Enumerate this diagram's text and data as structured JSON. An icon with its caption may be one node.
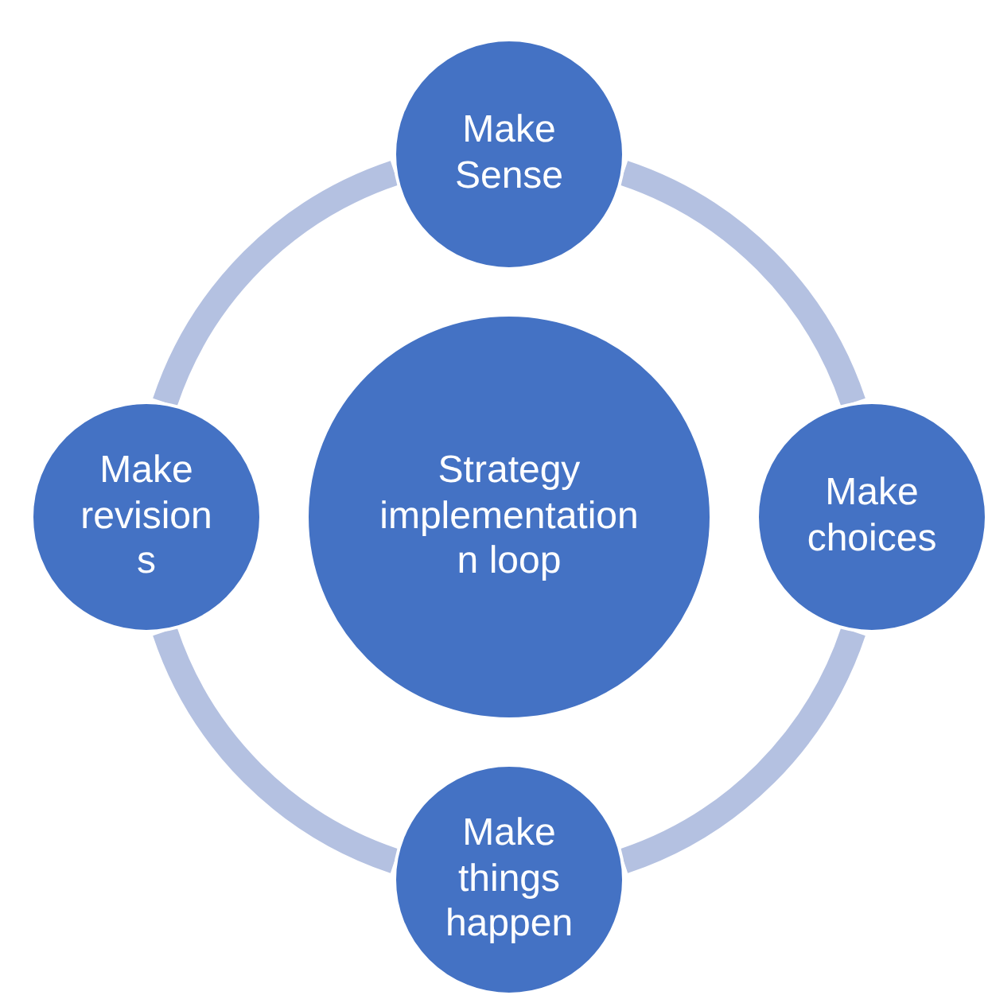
{
  "diagram": {
    "nodes": [
      {
        "text": [
          "Make Sense"
        ]
      },
      {
        "text": [
          "Make revision s"
        ]
      },
      {
        "text": [
          "Strategy implementation n loop"
        ]
      },
      {
        "text": [
          "Make choices"
        ]
      },
      {
        "text": [
          "Make things happen"
        ]
      }
    ],
    "edges": [
      {
        "from": 0,
        "to": 3,
        "arrow": "none"
      },
      {
        "from": 3,
        "to": 4,
        "arrow": "none"
      },
      {
        "from": 4,
        "to": 1,
        "arrow": "none"
      },
      {
        "from": 1,
        "to": 0,
        "arrow": "none"
      }
    ]
  }
}
